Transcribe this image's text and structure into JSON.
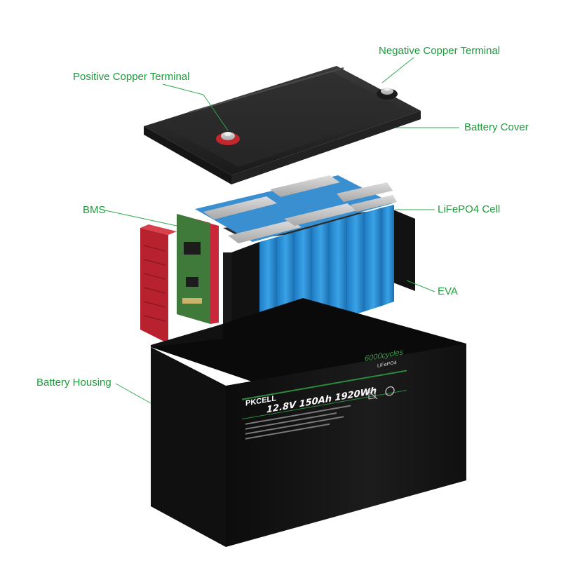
{
  "callouts": {
    "positive_terminal": "Positive Copper Terminal",
    "negative_terminal": "Negative Copper Terminal",
    "battery_cover": "Battery Cover",
    "bms": "BMS",
    "lifepo4_cell": "LiFePO4 Cell",
    "eva": "EVA",
    "battery_housing": "Battery Housing"
  },
  "label_panel": {
    "brand": "PKCELL",
    "spec_line": "12.8V 150Ah 1920Wh",
    "cycles": "6000cycles",
    "chemistry": "LiFePO4"
  },
  "colors": {
    "callout_text": "#1e9a3c",
    "callout_line": "#2fa84f",
    "cell_blue": "#2a8fd6",
    "bms_red": "#c8283a",
    "pcb_green": "#3f7a3a",
    "housing_black": "#141414",
    "label_accent_green": "#2e8b3e"
  }
}
